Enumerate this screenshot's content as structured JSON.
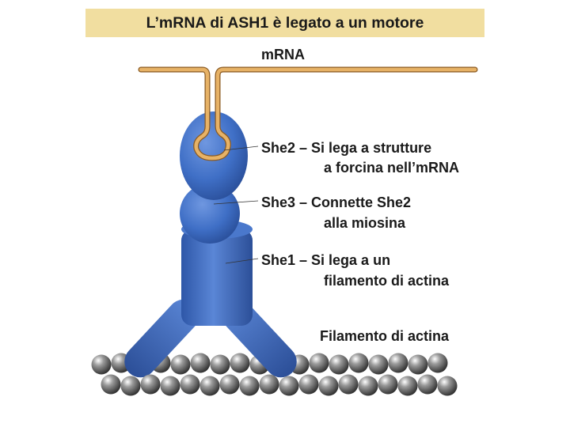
{
  "title": "L’mRNA di ASH1 è legato a un motore",
  "labels": {
    "mrna": "mRNA",
    "she2_line1": "She2 – Si lega a strutture",
    "she2_line2": "a forcina nell’mRNA",
    "she3_line1": "She3 – Connette She2",
    "she3_line2": "alla miosina",
    "she1_line1": "She1 – Si lega a un",
    "she1_line2": "filamento di actina",
    "actin": "Filamento di actina"
  },
  "colors": {
    "title_bg": "#f1dea0",
    "protein_blue": "#3f6fc6",
    "mrna": "#e7b266",
    "actin_bead": "#5a5a5a"
  }
}
